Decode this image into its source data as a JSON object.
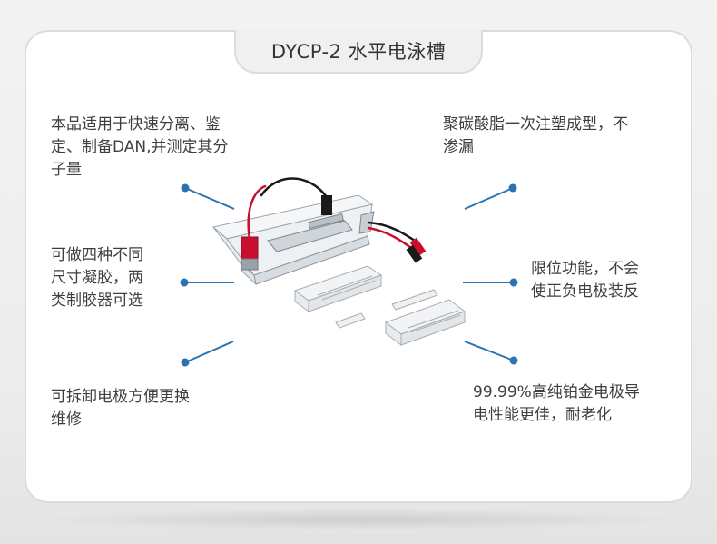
{
  "title": "DYCP-2 水平电泳槽",
  "features": {
    "top_left": [
      "本品适用于快速分离、鉴",
      "定、制备DAN,并测定其分",
      "子量"
    ],
    "top_right": [
      "聚碳酸脂一次注塑成型，不",
      "渗漏"
    ],
    "mid_left": [
      "可做四种不同",
      "尺寸凝胶，两",
      "类制胶器可选"
    ],
    "mid_right": [
      "限位功能，不会",
      "使正负电极装反"
    ],
    "bottom_left": [
      "可拆卸电极方便更换",
      "维修"
    ],
    "bottom_right": [
      "99.99%高纯铂金电极导",
      "电性能更佳，耐老化"
    ]
  },
  "colors": {
    "callout": "#2b74b3",
    "wire_red": "#c8102e",
    "wire_black": "#1a1a1a"
  }
}
